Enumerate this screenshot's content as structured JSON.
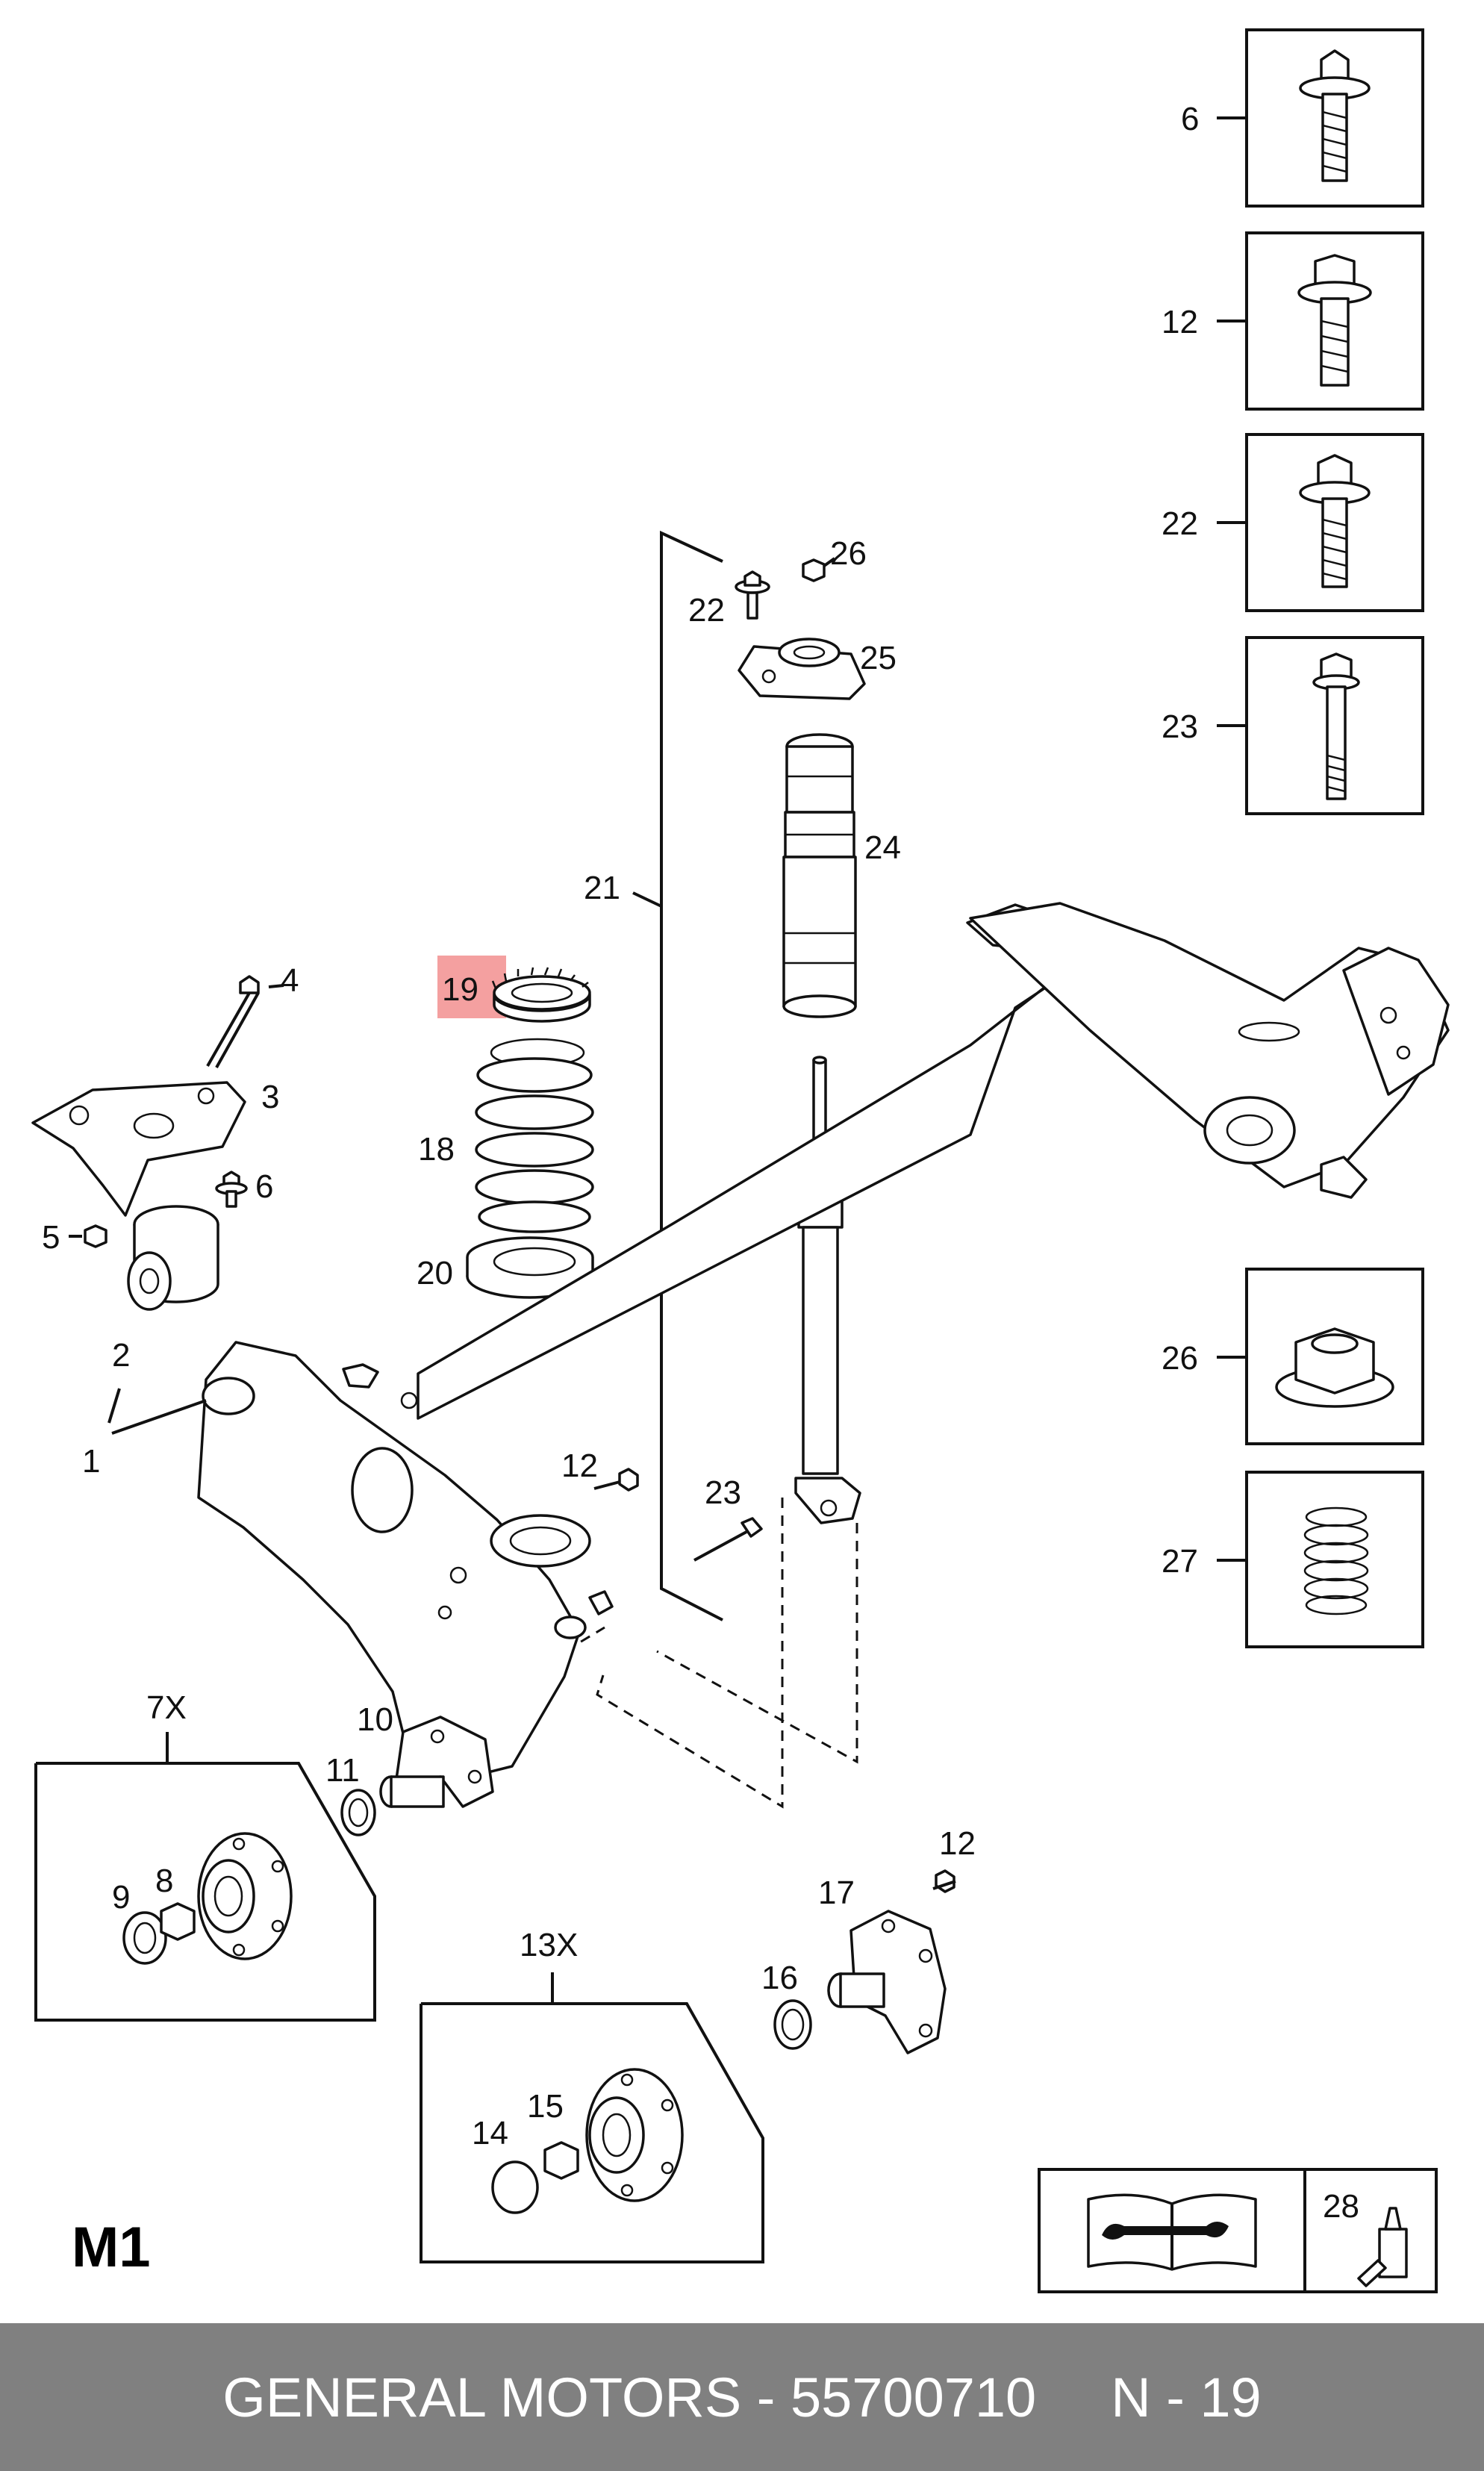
{
  "diagram": {
    "model_code": "M1",
    "highlight_color": "#f4a0a0",
    "callouts": {
      "c1": "1",
      "c2": "2",
      "c3": "3",
      "c4": "4",
      "c5": "5",
      "c6": "6",
      "c7x": "7X",
      "c8": "8",
      "c9": "9",
      "c10": "10",
      "c11": "11",
      "c12a": "12",
      "c12b": "12",
      "c13x": "13X",
      "c14": "14",
      "c15": "15",
      "c16": "16",
      "c17": "17",
      "c18": "18",
      "c19": "19",
      "c20": "20",
      "c21": "21",
      "c22": "22",
      "c23": "23",
      "c24": "24",
      "c25": "25",
      "c26": "26",
      "c28": "28"
    },
    "side_callouts": {
      "s6": "6",
      "s12": "12",
      "s22": "22",
      "s23": "23",
      "s26": "26",
      "s27": "27"
    }
  },
  "footer": {
    "brand_part": "GENERAL MOTORS - 55700710",
    "reference": "N - 19"
  }
}
